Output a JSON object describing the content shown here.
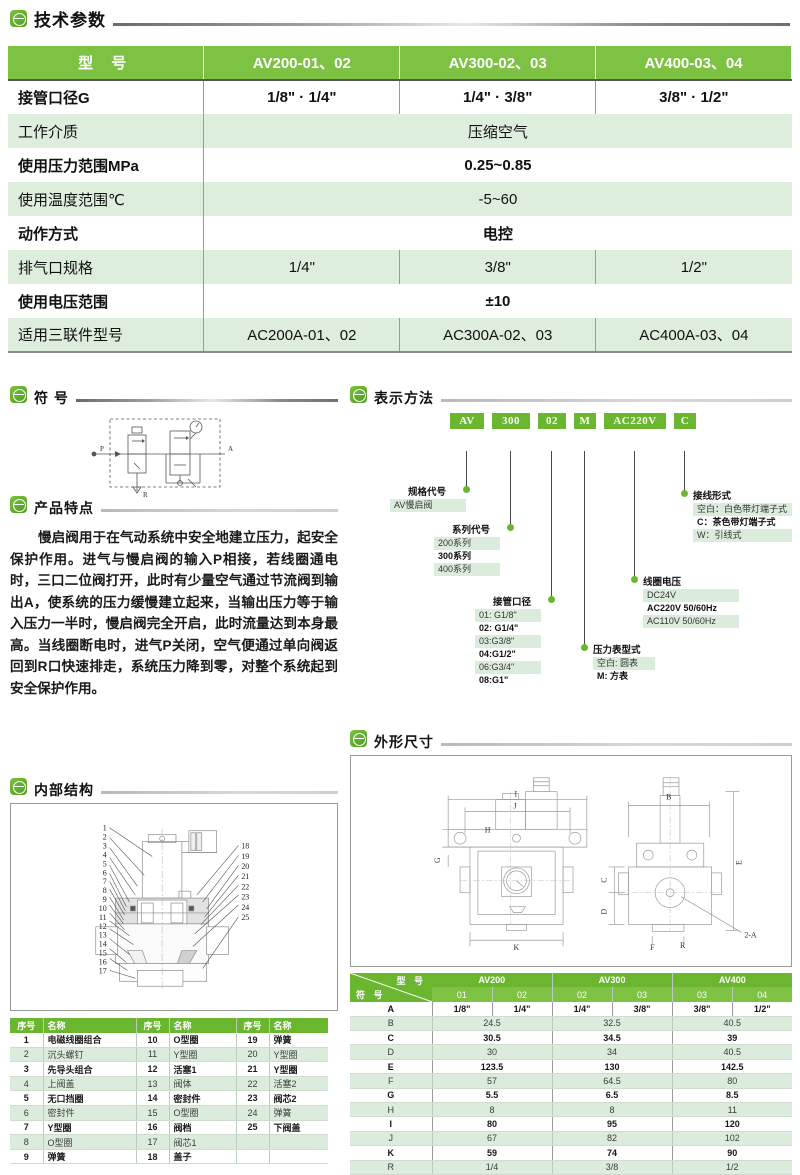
{
  "page": {
    "title": "技术参数",
    "accent_green": "#7dc242",
    "header_green": "#6ab72f",
    "row_tint": "#dcecdc"
  },
  "spec_table": {
    "header": [
      "型    号",
      "AV200-01、02",
      "AV300-02、03",
      "AV400-03、04"
    ],
    "rows": [
      {
        "label": "接管口径G",
        "span": false,
        "values": [
          "1/8\" · 1/4\"",
          "1/4\" · 3/8\"",
          "3/8\" · 1/2\""
        ],
        "bold": true,
        "tint": false
      },
      {
        "label": "工作介质",
        "span": true,
        "values": [
          "压缩空气"
        ],
        "bold": false,
        "tint": true
      },
      {
        "label": "使用压力范围MPa",
        "span": true,
        "values": [
          "0.25~0.85"
        ],
        "bold": true,
        "tint": false
      },
      {
        "label": "使用温度范围℃",
        "span": true,
        "values": [
          "-5~60"
        ],
        "bold": false,
        "tint": true
      },
      {
        "label": "动作方式",
        "span": true,
        "values": [
          "电控"
        ],
        "bold": true,
        "tint": false
      },
      {
        "label": "排气口规格",
        "span": false,
        "values": [
          "1/4\"",
          "3/8\"",
          "1/2\""
        ],
        "bold": false,
        "tint": true
      },
      {
        "label": "使用电压范围",
        "span": true,
        "values": [
          "±10"
        ],
        "bold": true,
        "tint": false
      },
      {
        "label": "适用三联件型号",
        "span": false,
        "values": [
          "AC200A-01、02",
          "AC300A-02、03",
          "AC400A-03、04"
        ],
        "bold": false,
        "tint": true
      }
    ]
  },
  "sections": {
    "symbol": "符  号",
    "features": "产品特点",
    "internal": "内部结构",
    "representation": "表示方法",
    "dimensions": "外形尺寸"
  },
  "symbol_diagram": {
    "port_p": "P",
    "port_a": "A",
    "port_r": "R"
  },
  "features_text": "慢启阀用于在气动系统中安全地建立压力，起安全保护作用。进气与慢启阀的输入P相接，若线圈通电时，三口二位阀打开，此时有少量空气通过节流阀到输出A，使系统的压力缓慢建立起来，当输出压力等于输入压力一半时，慢启阀完全开启，此时流量达到本身最高。当线圈断电时，进气P关闭，空气便通过单向阀返回到R口快速排走，系统压力降到零，对整个系统起到安全保护作用。",
  "internal_structure": {
    "left_callouts": [
      "1",
      "2",
      "3",
      "4",
      "5",
      "6",
      "7",
      "8",
      "9",
      "10",
      "11",
      "12",
      "13",
      "14",
      "15",
      "16",
      "17"
    ],
    "right_callouts": [
      "18",
      "19",
      "20",
      "21",
      "22",
      "23",
      "24",
      "25"
    ]
  },
  "parts_table": {
    "headers": [
      "序号",
      "名称",
      "序号",
      "名称",
      "序号",
      "名称"
    ],
    "rows": [
      [
        "1",
        "电磁线圈组合",
        "10",
        "O型圈",
        "19",
        "弹簧"
      ],
      [
        "2",
        "沉头螺钉",
        "11",
        "Y型圈",
        "20",
        "Y型圈"
      ],
      [
        "3",
        "先导头组合",
        "12",
        "活塞1",
        "21",
        "Y型圈"
      ],
      [
        "4",
        "上阀盖",
        "13",
        "阀体",
        "22",
        "活塞2"
      ],
      [
        "5",
        "无口挡圈",
        "14",
        "密封件",
        "23",
        "阀芯2"
      ],
      [
        "6",
        "密封件",
        "15",
        "O型圈",
        "24",
        "弹簧"
      ],
      [
        "7",
        "Y型圈",
        "16",
        "阀档",
        "25",
        "下阀盖"
      ],
      [
        "8",
        "O型圈",
        "17",
        "阀芯1",
        "",
        ""
      ],
      [
        "9",
        "弹簧",
        "18",
        "盖子",
        "",
        ""
      ]
    ]
  },
  "model_code": {
    "boxes": [
      "AV",
      "300",
      "02",
      "M",
      "AC220V",
      "C"
    ],
    "groups": [
      {
        "title": "规格代号",
        "options": [
          {
            "text": "AV慢启阀",
            "bold": false
          }
        ]
      },
      {
        "title": "系列代号",
        "options": [
          {
            "text": "200系列",
            "bold": false
          },
          {
            "text": "300系列",
            "bold": true
          },
          {
            "text": "400系列",
            "bold": false
          }
        ]
      },
      {
        "title": "接管口径",
        "options": [
          {
            "text": "01: G1/8\"",
            "bold": false
          },
          {
            "text": "02: G1/4\"",
            "bold": true
          },
          {
            "text": "03:G3/8\"",
            "bold": false
          },
          {
            "text": "04:G1/2\"",
            "bold": true
          },
          {
            "text": "06:G3/4\"",
            "bold": false
          },
          {
            "text": "08:G1\"",
            "bold": true
          }
        ]
      },
      {
        "title": "压力表型式",
        "options": [
          {
            "text": "空白: 圆表",
            "bold": false
          },
          {
            "text": "M: 方表",
            "bold": true
          }
        ]
      },
      {
        "title": "线圈电压",
        "options": [
          {
            "text": "DC24V",
            "bold": false
          },
          {
            "text": "AC220V 50/60Hz",
            "bold": true
          },
          {
            "text": "AC110V 50/60Hz",
            "bold": false
          }
        ]
      },
      {
        "title": "接线形式",
        "options": [
          {
            "text": "空白：白色带灯端子式",
            "bold": false
          },
          {
            "text": "C：茶色带灯端子式",
            "bold": true
          },
          {
            "text": "W：引线式",
            "bold": false
          }
        ]
      }
    ]
  },
  "dimension_drawing": {
    "labels": [
      "I",
      "J",
      "H",
      "G",
      "K",
      "B",
      "C",
      "D",
      "E",
      "F",
      "R",
      "2-A"
    ]
  },
  "dimension_table": {
    "corner_top": "型  号",
    "corner_bottom": "符  号",
    "models": [
      "AV200",
      "AV300",
      "AV400"
    ],
    "ports": [
      "01",
      "02",
      "02",
      "03",
      "03",
      "04"
    ],
    "rows": [
      {
        "symbol": "A",
        "split": true,
        "values": [
          "1/8\"",
          "1/4\"",
          "1/4\"",
          "3/8\"",
          "3/8\"",
          "1/2\""
        ],
        "bold": true,
        "tint": false
      },
      {
        "symbol": "B",
        "split": false,
        "values": [
          "24.5",
          "32.5",
          "40.5"
        ],
        "bold": false,
        "tint": true
      },
      {
        "symbol": "C",
        "split": false,
        "values": [
          "30.5",
          "34.5",
          "39"
        ],
        "bold": true,
        "tint": false
      },
      {
        "symbol": "D",
        "split": false,
        "values": [
          "30",
          "34",
          "40.5"
        ],
        "bold": false,
        "tint": true
      },
      {
        "symbol": "E",
        "split": false,
        "values": [
          "123.5",
          "130",
          "142.5"
        ],
        "bold": true,
        "tint": false
      },
      {
        "symbol": "F",
        "split": false,
        "values": [
          "57",
          "64.5",
          "80"
        ],
        "bold": false,
        "tint": true
      },
      {
        "symbol": "G",
        "split": false,
        "values": [
          "5.5",
          "6.5",
          "8.5"
        ],
        "bold": true,
        "tint": false
      },
      {
        "symbol": "H",
        "split": false,
        "values": [
          "8",
          "8",
          "11"
        ],
        "bold": false,
        "tint": true
      },
      {
        "symbol": "I",
        "split": false,
        "values": [
          "80",
          "95",
          "120"
        ],
        "bold": true,
        "tint": false
      },
      {
        "symbol": "J",
        "split": false,
        "values": [
          "67",
          "82",
          "102"
        ],
        "bold": false,
        "tint": true
      },
      {
        "symbol": "K",
        "split": false,
        "values": [
          "59",
          "74",
          "90"
        ],
        "bold": true,
        "tint": false
      },
      {
        "symbol": "R",
        "split": false,
        "values": [
          "1/4",
          "3/8",
          "1/2"
        ],
        "bold": false,
        "tint": true
      }
    ]
  }
}
